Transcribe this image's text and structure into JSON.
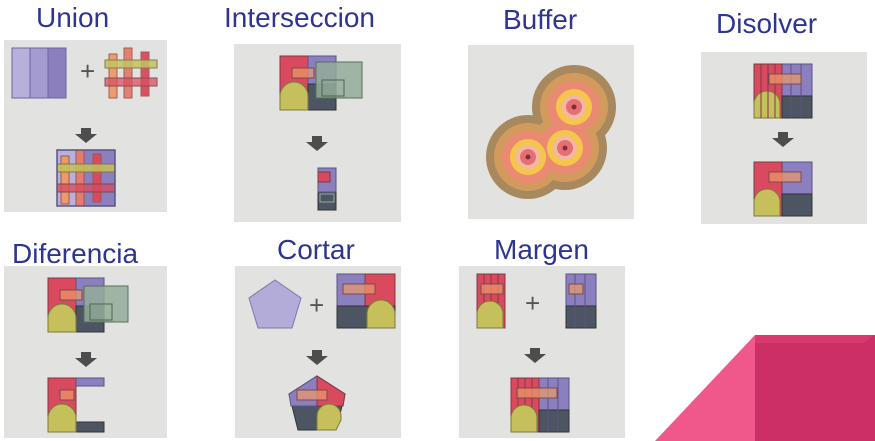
{
  "operations": [
    {
      "id": "union",
      "title": "Union"
    },
    {
      "id": "intersection",
      "title": "Interseccion"
    },
    {
      "id": "buffer",
      "title": "Buffer"
    },
    {
      "id": "dissolve",
      "title": "Disolver"
    },
    {
      "id": "difference",
      "title": "Diferencia"
    },
    {
      "id": "clip",
      "title": "Cortar"
    },
    {
      "id": "merge",
      "title": "Margen"
    }
  ],
  "symbols": {
    "plus": "+",
    "arrow": "down-arrow-icon"
  },
  "colors": {
    "title": "#2d3590",
    "panel_bg": "#e2e2e0",
    "red": "#d94a5e",
    "purple": "#8b7fbf",
    "lavender": "#b3abd8",
    "olive": "#c5bf5c",
    "slate": "#4d5563",
    "sage": "#93ab98",
    "orange": "#ec9a6a",
    "corner_pink": "#f0578a",
    "corner_dark": "#cc2f65"
  }
}
